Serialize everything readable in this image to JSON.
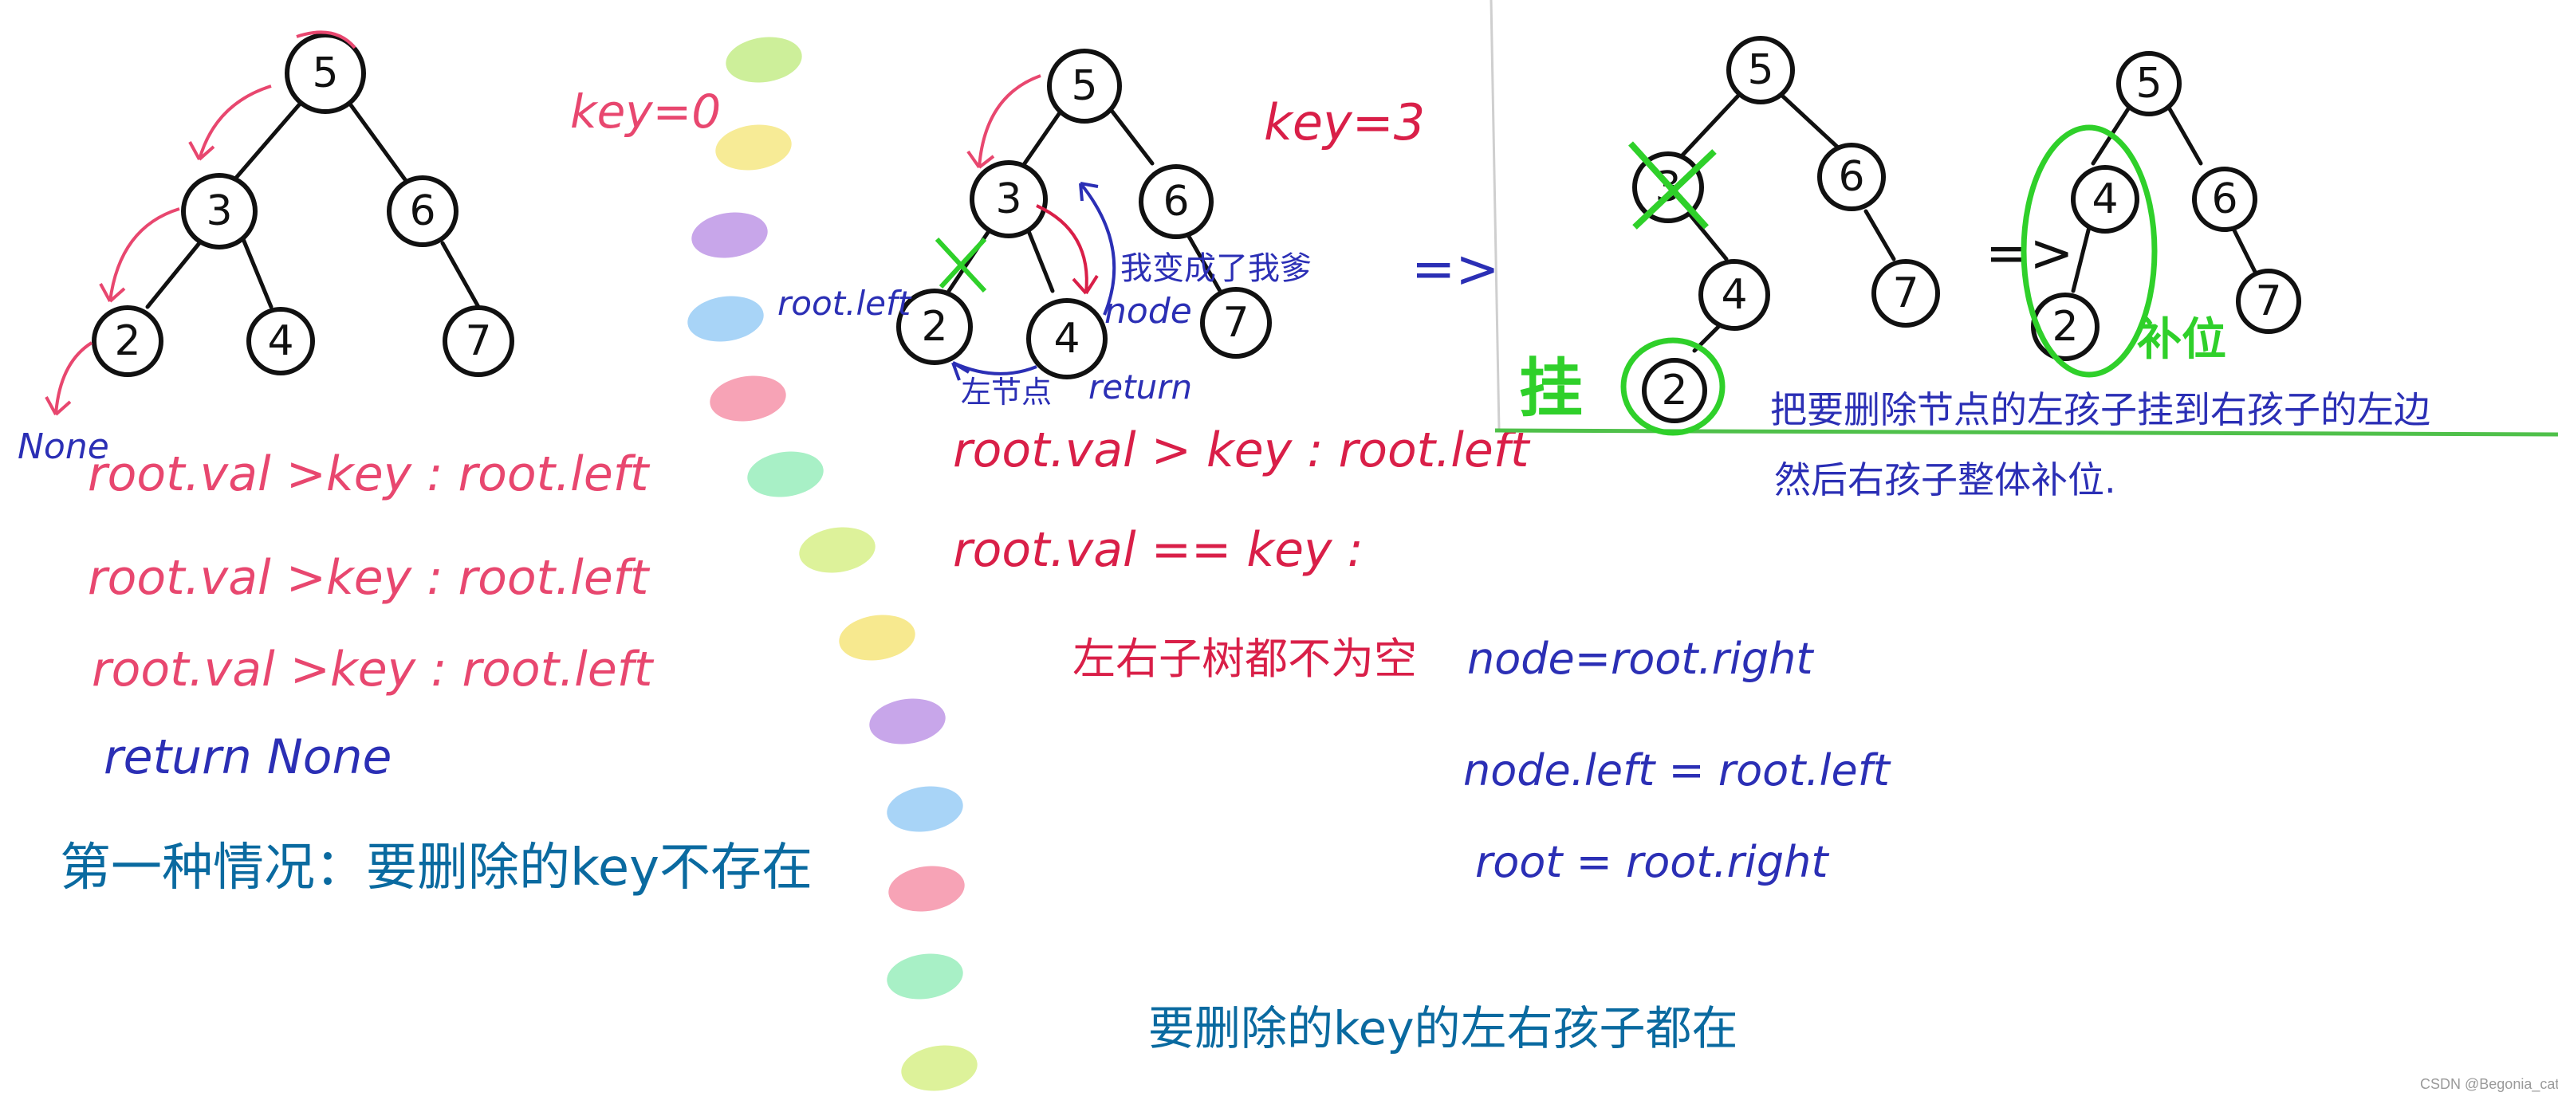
{
  "colors": {
    "pink": "#e8476f",
    "red": "#d91f48",
    "blue": "#2b2fb5",
    "teal": "#0a6aa0",
    "green": "#2fd02a",
    "ink": "#111111",
    "swatches": [
      "#cdef9a",
      "#f7eb96",
      "#c8a6ea",
      "#a8d4f7",
      "#f7a3b6",
      "#a8f0c6",
      "#ddf29a",
      "#f7e98f",
      "#c8a6ea",
      "#a8d4f7",
      "#f7a3b6",
      "#a8f0c6",
      "#ddf29a"
    ]
  },
  "left": {
    "tree": {
      "root": "5",
      "l": "3",
      "r": "6",
      "ll": "2",
      "lr": "4",
      "rr": "7"
    },
    "none_label": "None",
    "key_label": "key=0",
    "code": [
      "root.val >key : root.left",
      "root.val  >key :  root.left",
      "root.val  >key  :  root.left"
    ],
    "return_line": "return None",
    "caption": "第一种情况：要删除的key不存在"
  },
  "middle": {
    "tree": {
      "root": "5",
      "l": "3",
      "r": "6",
      "ll": "2",
      "lr": "4",
      "rr": "7"
    },
    "key_label": "key=3",
    "root_left_label": "root.left",
    "note_label": "我变成了我爹",
    "node_label": "node",
    "left_node_label": "左节点",
    "return_label": "return",
    "code": [
      "root.val > key : root.left",
      "root.val == key :"
    ],
    "condition": "左右子树都不为空",
    "assign": [
      "node=root.right",
      "node.left = root.left",
      "root = root.right"
    ],
    "caption": "要删除的key的左右孩子都在"
  },
  "right": {
    "arrow": "=>",
    "tree_before": {
      "root": "5",
      "l": "3",
      "r": "6",
      "lr": "4",
      "rr": "7",
      "hang": "2"
    },
    "hang_label": "挂",
    "arrow2": "=>",
    "tree_after": {
      "root": "5",
      "l": "4",
      "r": "6",
      "ll": "2",
      "rr": "7"
    },
    "fill_label": "补位",
    "desc": [
      "把要删除节点的左孩子挂到右孩子的左边",
      "然后右孩子整体补位."
    ]
  },
  "watermark": "CSDN @Begonia_cat"
}
